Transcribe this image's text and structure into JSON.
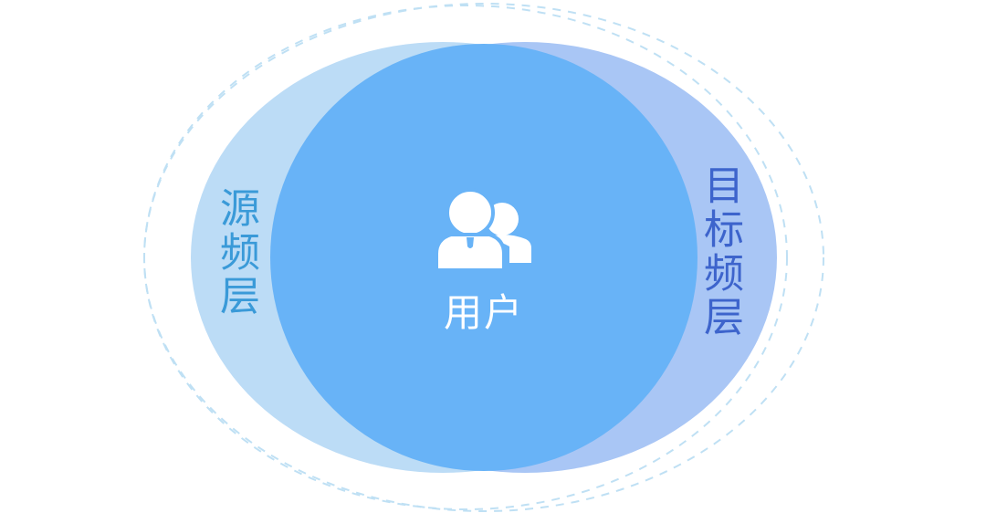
{
  "diagram": {
    "source_layer": {
      "label": "源频层",
      "fill": "#bcdcf6",
      "text_color": "#3a9ad8"
    },
    "target_layer": {
      "label": "目标频层",
      "fill": "#a9c6f5",
      "text_color": "#3d64cc"
    },
    "user_zone": {
      "label": "用户",
      "icon": "users-icon",
      "fill": "#68b3f7",
      "text_color": "#ffffff"
    },
    "outer_boundary": {
      "style": "dashed",
      "color": "#bfe0f4"
    }
  }
}
